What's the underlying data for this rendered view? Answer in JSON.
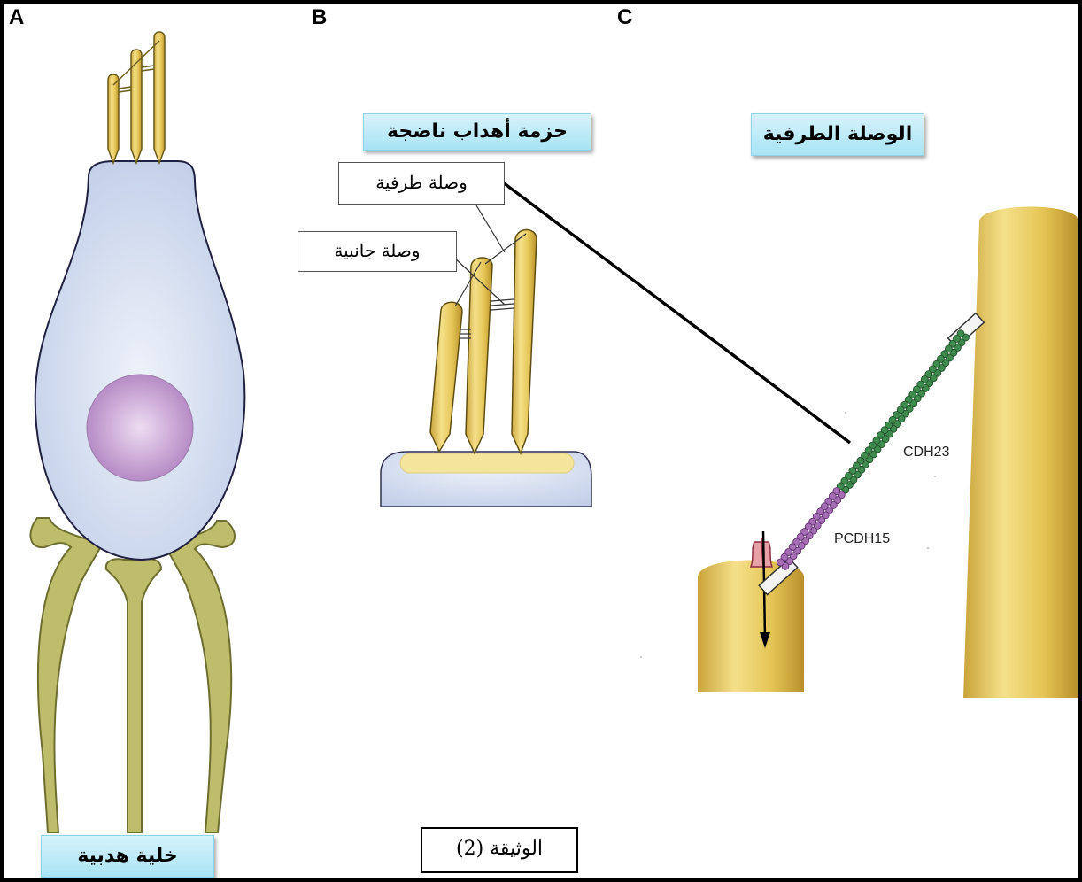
{
  "panels": {
    "a": "A",
    "b": "B",
    "c": "C"
  },
  "labels": {
    "hair_cell": "خلية هدبية",
    "mature_bundle": "حزمة أهداب ناضجة",
    "tip_link_title": "الوصلة الطرفية",
    "tip_link": "وصلة طرفية",
    "lateral_link": "وصلة جانبية",
    "cdh23": "CDH23",
    "pcdh15": "PCDH15",
    "document": "الوثيقة (2)"
  },
  "colors": {
    "cell_body": "#d4dff0",
    "nucleus": "#c9a6d6",
    "stereocilia": "#e8c95a",
    "support": "#bcbc6a",
    "label_bg": "#b6e8f6",
    "cdh23": "#3f8a4e",
    "pcdh15": "#a56db4"
  }
}
